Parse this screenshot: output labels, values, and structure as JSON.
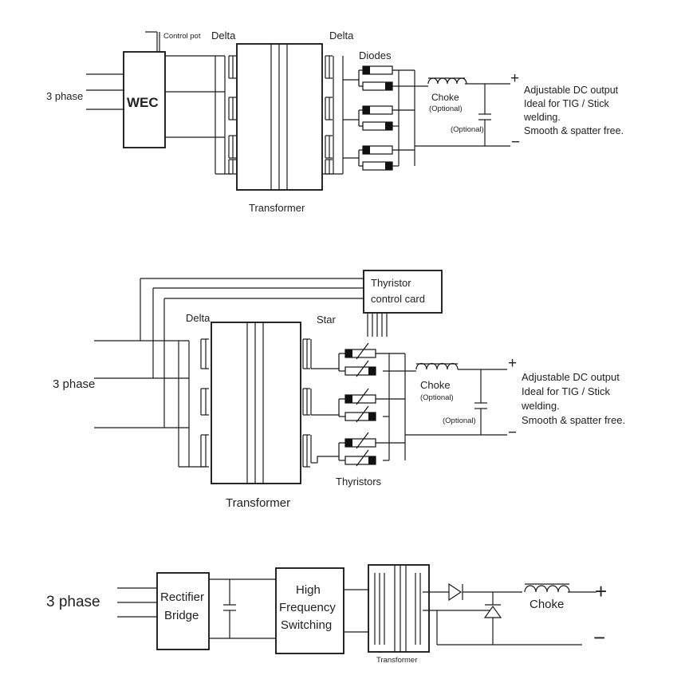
{
  "diagram1": {
    "input_label": "3 phase",
    "box_label": "WEC",
    "pot_label": "Control pot",
    "primary_label": "Delta",
    "secondary_label": "Delta",
    "diodes_label": "Diodes",
    "choke_label": "Choke",
    "choke_note": "(Optional)",
    "cap_note": "(Optional)",
    "plus": "+",
    "minus": "−",
    "transformer_label": "Transformer",
    "output_lines": [
      "Adjustable DC output",
      "Ideal for TIG / Stick",
      "welding.",
      "Smooth & spatter free."
    ]
  },
  "diagram2": {
    "input_label": "3 phase",
    "card_lines": [
      "Thyristor",
      "control card"
    ],
    "primary_label": "Delta",
    "secondary_label": "Star",
    "thyristors_label": "Thyristors",
    "choke_label": "Choke",
    "choke_note": "(Optional)",
    "cap_note": "(Optional)",
    "plus": "+",
    "minus": "−",
    "transformer_label": "Transformer",
    "output_lines": [
      "Adjustable DC output",
      "Ideal for TIG / Stick",
      "welding.",
      "Smooth & spatter free."
    ]
  },
  "diagram3": {
    "input_label": "3 phase",
    "rectifier_lines": [
      "Rectifier",
      "Bridge"
    ],
    "switch_lines": [
      "High",
      "Frequency",
      "Switching"
    ],
    "transformer_label": "Transformer",
    "choke_label": "Choke",
    "plus": "+",
    "minus": "−"
  }
}
